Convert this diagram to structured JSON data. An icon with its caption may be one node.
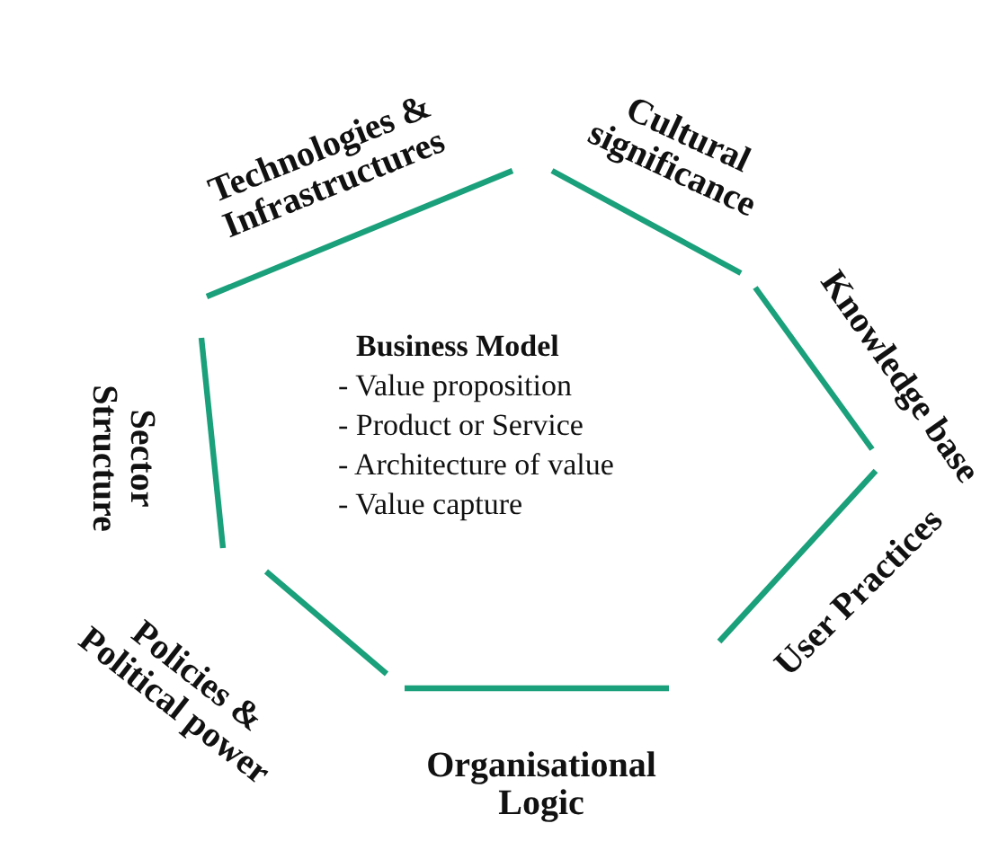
{
  "diagram": {
    "nodes": [
      {
        "text": [
          "Business Model",
          "- Value proposition",
          "- Product or Service",
          "- Architecture of value",
          "- Value capture"
        ]
      }
    ],
    "labels": [
      "Technologies & Infrastructures",
      "Cultural significance",
      "Knowledge base",
      "User Practices",
      "Organisational Logic",
      "Policies & Political power",
      "Sector Structure"
    ]
  }
}
